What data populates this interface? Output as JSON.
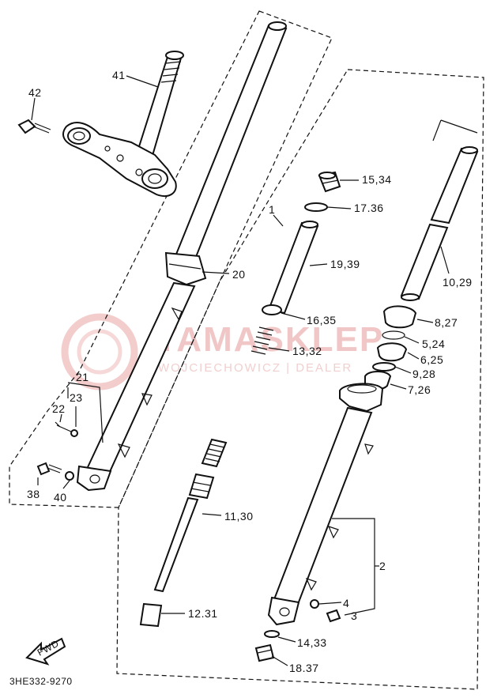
{
  "diagram_code": "3HE332-9270",
  "watermark": {
    "brand": "YAMASKLEP",
    "dealer": "WOJCIECHOWICZ | DEALER"
  },
  "arrow_label": "FWD",
  "callouts": [
    {
      "id": "c41",
      "text": "41"
    },
    {
      "id": "c42",
      "text": "42"
    },
    {
      "id": "c20",
      "text": "20"
    },
    {
      "id": "c21",
      "text": "21"
    },
    {
      "id": "c23",
      "text": "23"
    },
    {
      "id": "c22",
      "text": "22"
    },
    {
      "id": "c38",
      "text": "38"
    },
    {
      "id": "c40",
      "text": "40"
    },
    {
      "id": "c1",
      "text": "1"
    },
    {
      "id": "c1534",
      "text": "15,34"
    },
    {
      "id": "c1736",
      "text": "17.36"
    },
    {
      "id": "c1939",
      "text": "19,39"
    },
    {
      "id": "c1635",
      "text": "16,35"
    },
    {
      "id": "c1332",
      "text": "13,32"
    },
    {
      "id": "c1130",
      "text": "11,30"
    },
    {
      "id": "c1231",
      "text": "12.31"
    },
    {
      "id": "c1029",
      "text": "10,29"
    },
    {
      "id": "c827",
      "text": "8,27"
    },
    {
      "id": "c524",
      "text": "5,24"
    },
    {
      "id": "c625",
      "text": "6,25"
    },
    {
      "id": "c928",
      "text": "9,28"
    },
    {
      "id": "c726",
      "text": "7,26"
    },
    {
      "id": "c2",
      "text": "2"
    },
    {
      "id": "c4",
      "text": "4"
    },
    {
      "id": "c3",
      "text": "3"
    },
    {
      "id": "c1433",
      "text": "14,33"
    },
    {
      "id": "c1837",
      "text": "18.37"
    }
  ]
}
